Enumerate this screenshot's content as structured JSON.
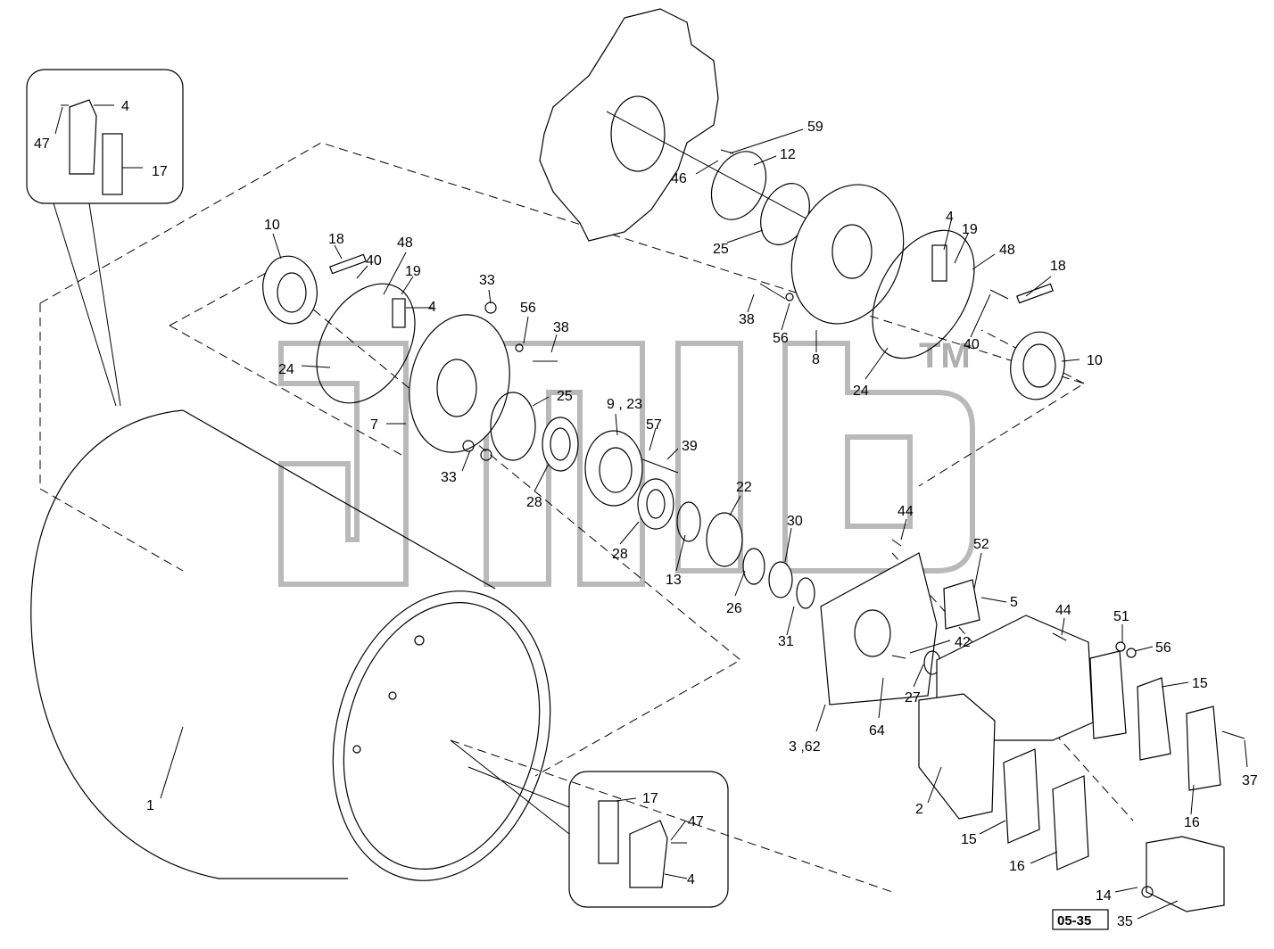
{
  "watermark": {
    "text": "TM"
  },
  "drawing_ref": "05-35",
  "labels": {
    "l47a": "47",
    "l4a": "4",
    "l17a": "17",
    "l10a": "10",
    "l18a": "18",
    "l48a": "48",
    "l40a": "40",
    "l19a": "19",
    "l4b": "4",
    "l24a": "24",
    "l7": "7",
    "l33a": "33",
    "l56a": "56",
    "l38a": "38",
    "l25a": "25",
    "l33b": "33",
    "l28a": "28",
    "l9_23": "9 , 23",
    "l57": "57",
    "l39": "39",
    "l28b": "28",
    "l13": "13",
    "l22": "22",
    "l26": "26",
    "l30": "30",
    "l31": "31",
    "l59": "59",
    "l12": "12",
    "l46": "46",
    "l25b": "25",
    "l38b": "38",
    "l56b": "56",
    "l8": "8",
    "l4c": "4",
    "l19b": "19",
    "l48b": "48",
    "l18b": "18",
    "l40b": "40",
    "l10b": "10",
    "l24b": "24",
    "l44a": "44",
    "l52": "52",
    "l5": "5",
    "l42": "42",
    "l27": "27",
    "l64": "64",
    "l3_62": "3 ,62",
    "l44b": "44",
    "l51": "51",
    "l56c": "56",
    "l15a": "15",
    "l37": "37",
    "l16a": "16",
    "l2": "2",
    "l15b": "15",
    "l16b": "16",
    "l14": "14",
    "l35": "35",
    "l1": "1",
    "l17b": "17",
    "l47b": "47",
    "l4d": "4"
  }
}
